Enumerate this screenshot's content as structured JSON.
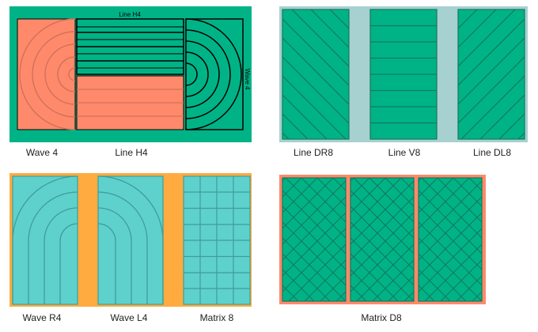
{
  "colors": {
    "green": "#00b386",
    "green_line": "#137a5d",
    "salmon": "#ff8a6b",
    "salmon_line": "#d2705a",
    "turquoise": "#5ed1cc",
    "turquoise_line": "#3f9d9a",
    "light_teal": "#a7d0d0",
    "orange": "#ffab40",
    "black": "#000000"
  },
  "panel1": {
    "tile_labels": {
      "line_h4": "Line H4",
      "wave4": "Wave 4"
    },
    "captions": [
      "Wave 4",
      "Line H4"
    ]
  },
  "panel2": {
    "captions": [
      "Line DR8",
      "Line V8",
      "Line DL8"
    ]
  },
  "panel3": {
    "captions": [
      "Wave R4",
      "Wave L4",
      "Matrix 8"
    ]
  },
  "panel4": {
    "captions": [
      "Matrix D8"
    ]
  }
}
